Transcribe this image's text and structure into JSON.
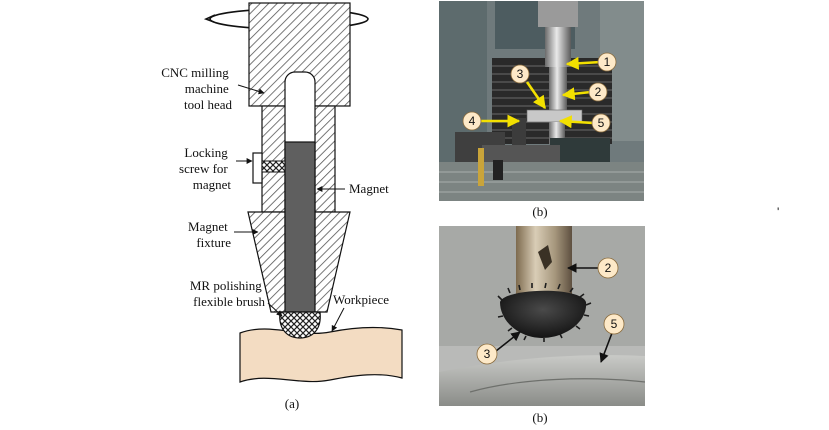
{
  "schematic": {
    "labels": {
      "head": [
        "CNC milling",
        "machine",
        "tool head"
      ],
      "screw": [
        "Locking",
        "screw for",
        "magnet"
      ],
      "magnet": "Magnet",
      "fixture": [
        "Magnet",
        "fixture"
      ],
      "brush": [
        "MR polishing",
        "flexible brush"
      ],
      "workpiece": "Workpiece"
    },
    "caption": "(a)"
  },
  "photo_top": {
    "callouts": [
      "1",
      "2",
      "3",
      "4",
      "5"
    ],
    "caption": "(b)"
  },
  "photo_bottom": {
    "callouts": [
      "2",
      "3",
      "5"
    ],
    "caption": "(b)"
  },
  "colors": {
    "hatch": "#444444",
    "magnet": "#5f5f5f",
    "workpiece": "#f3dcc2",
    "callout_fill": "#fde9c8",
    "arrow_yellow": "#f2e000",
    "photo_bg_top": "#6f7a7c",
    "photo_bg_bottom": "#b9bab8"
  }
}
